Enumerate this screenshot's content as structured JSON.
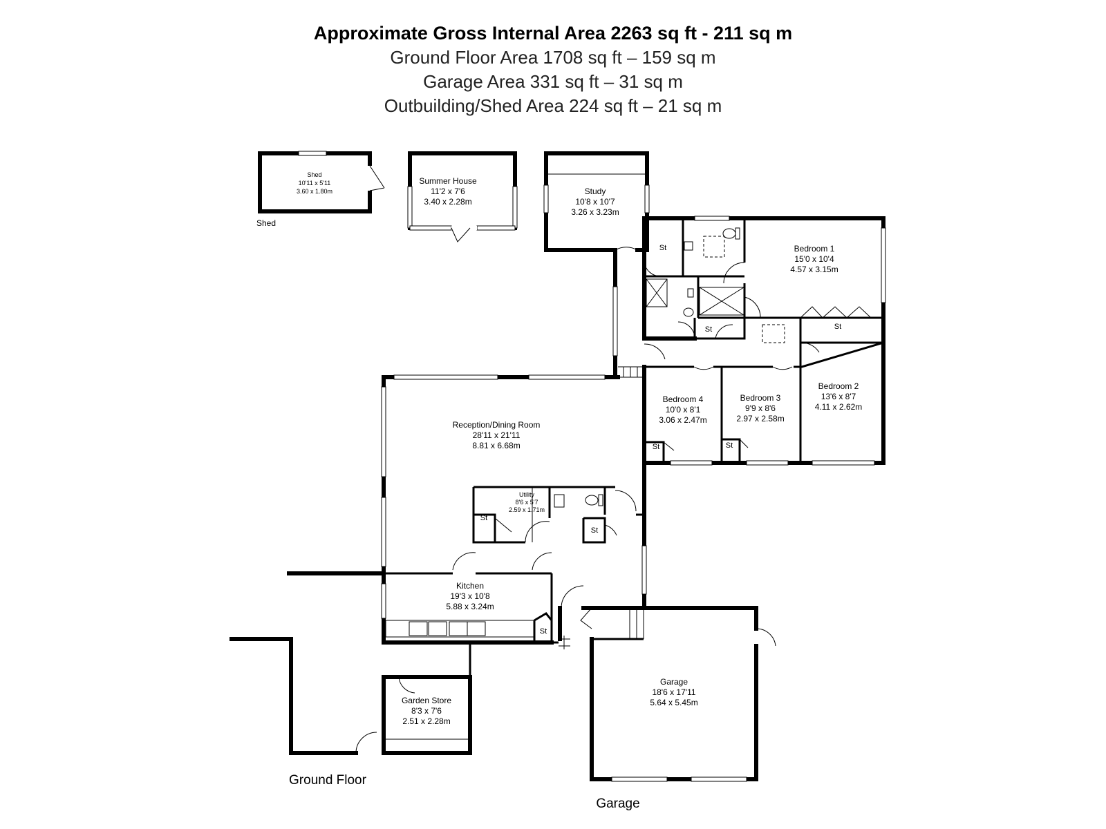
{
  "header": {
    "total": "Approximate Gross Internal Area 2263 sq ft - 211 sq m",
    "ground": "Ground Floor Area 1708 sq ft – 159 sq m",
    "garage": "Garage Area 331 sq ft – 31 sq m",
    "outbuilding": "Outbuilding/Shed Area 224 sq ft – 21 sq m"
  },
  "rooms": {
    "shed": {
      "name": "Shed",
      "imperial": "10'11 x 5'11",
      "metric": "3.60 x 1.80m"
    },
    "summer_house": {
      "name": "Summer House",
      "imperial": "11'2 x 7'6",
      "metric": "3.40 x 2.28m"
    },
    "study": {
      "name": "Study",
      "imperial": "10'8 x 10'7",
      "metric": "3.26 x 3.23m"
    },
    "bedroom1": {
      "name": "Bedroom 1",
      "imperial": "15'0 x 10'4",
      "metric": "4.57 x 3.15m"
    },
    "bedroom2": {
      "name": "Bedroom 2",
      "imperial": "13'6 x 8'7",
      "metric": "4.11 x 2.62m"
    },
    "bedroom3": {
      "name": "Bedroom 3",
      "imperial": "9'9 x 8'6",
      "metric": "2.97 x 2.58m"
    },
    "bedroom4": {
      "name": "Bedroom 4",
      "imperial": "10'0 x 8'1",
      "metric": "3.06 x 2.47m"
    },
    "reception": {
      "name": "Reception/Dining Room",
      "imperial": "28'11 x 21'11",
      "metric": "8.81 x 6.68m"
    },
    "utility": {
      "name": "Utility",
      "imperial": "8'6 x 5'7",
      "metric": "2.59 x 1.71m"
    },
    "kitchen": {
      "name": "Kitchen",
      "imperial": "19'3 x 10'8",
      "metric": "5.88 x 3.24m"
    },
    "garden_store": {
      "name": "Garden Store",
      "imperial": "8'3 x 7'6",
      "metric": "2.51 x 2.28m"
    },
    "garage": {
      "name": "Garage",
      "imperial": "18'6 x 17'11",
      "metric": "5.64 x 5.45m"
    }
  },
  "store_label": "St",
  "labels": {
    "shed_outside": "Shed",
    "ground_floor": "Ground Floor",
    "garage_floor": "Garage"
  }
}
